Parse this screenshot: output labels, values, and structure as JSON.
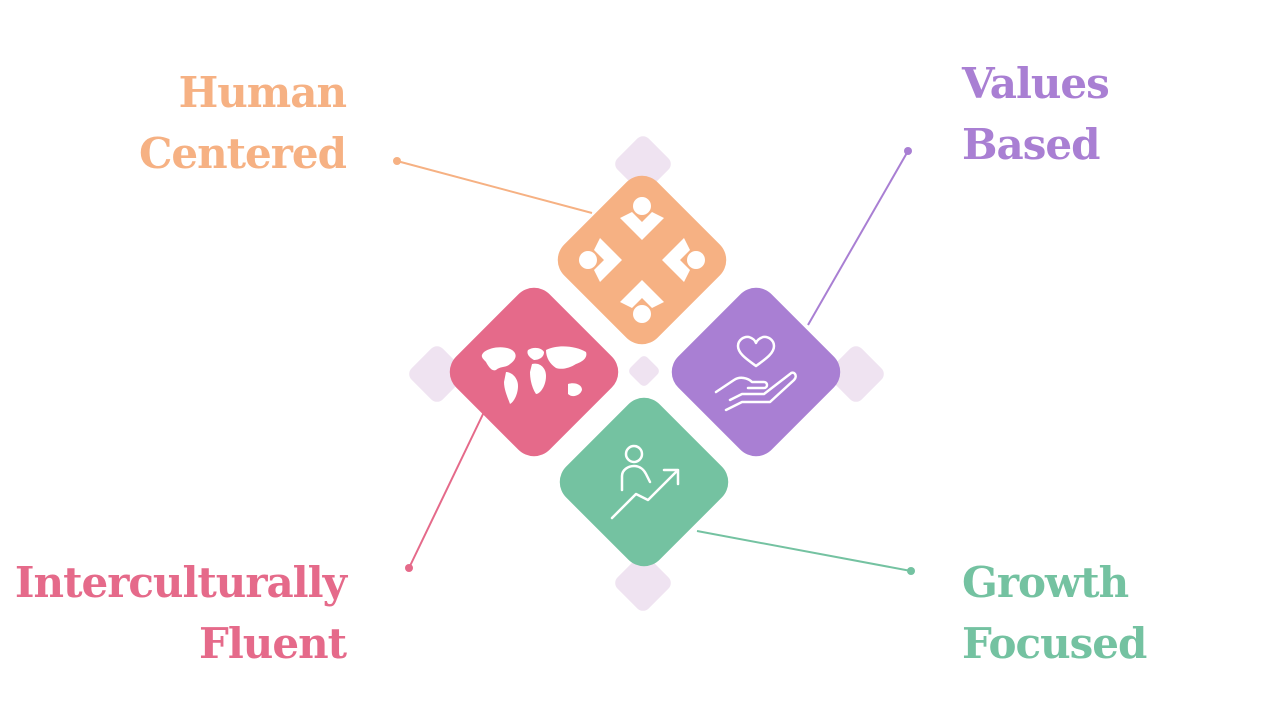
{
  "colors": {
    "human": "#F6B183",
    "values": "#A97FD3",
    "intercultural": "#E56A8A",
    "growth": "#74C2A1",
    "accent_tile": "#EFE3F1"
  },
  "labels": {
    "human_centered": {
      "line1": "Human",
      "line2": "Centered"
    },
    "values_based": {
      "line1": "Values",
      "line2": "Based"
    },
    "interculturally_fluent": {
      "line1": "Interculturally",
      "line2": "Fluent"
    },
    "growth_focused": {
      "line1": "Growth",
      "line2": "Focused"
    }
  },
  "icons": {
    "human": "people-circle-icon",
    "values": "heart-in-hand-icon",
    "intercultural": "world-map-icon",
    "growth": "person-growth-arrow-icon"
  }
}
